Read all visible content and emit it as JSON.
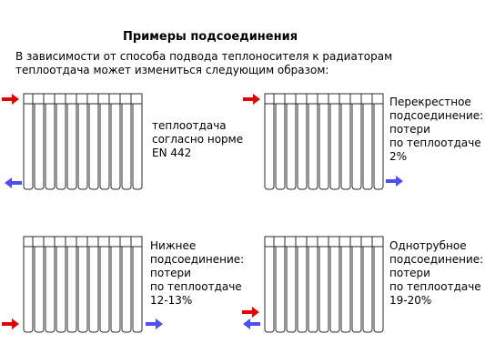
{
  "title": "Примеры подсоединения",
  "intro": [
    "В зависимости от способа подвода теплоносителя к радиаторам",
    "теплоотдача может измениться следующим образом:"
  ],
  "examples": [
    {
      "lines": [
        "теплоотдача",
        "согласно норме",
        "EN 442"
      ]
    },
    {
      "lines": [
        "Перекрестное",
        "подсоединение:",
        "потери",
        "по теплоотдаче",
        "2%"
      ]
    },
    {
      "lines": [
        "Нижнее",
        "подсоединение:",
        "потери",
        "по теплоотдаче",
        "12-13%"
      ]
    },
    {
      "lines": [
        "Однотрубное",
        "подсоединение:",
        "потери",
        "по теплоотдаче",
        "19-20%"
      ]
    }
  ],
  "colors": {
    "supply": "#e00000",
    "return": "#4f4ff0",
    "outline": "#2b2b2b"
  }
}
